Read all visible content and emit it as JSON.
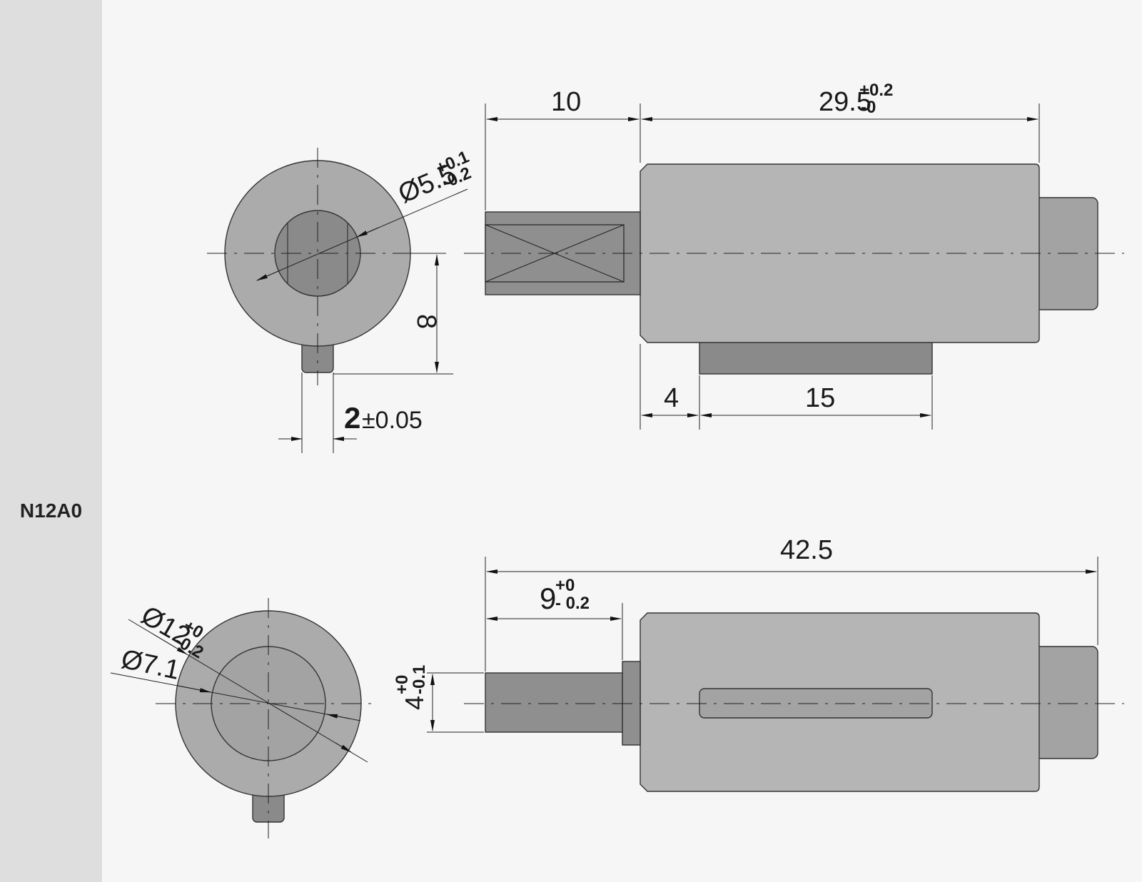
{
  "sidebar": {
    "model": "N12A0"
  },
  "top_view": {
    "dim_shaft_length": "10",
    "dim_body_length": "29.5",
    "dim_body_length_tol_upper": "+0.2",
    "dim_body_length_tol_lower": "-0",
    "dim_shaft_diameter": "Ø5.5",
    "dim_shaft_diameter_tol_upper": "+0.1",
    "dim_shaft_diameter_tol_lower": "-0.2",
    "dim_terminal_height": "8",
    "dim_terminal_width": "2",
    "dim_terminal_width_tol": "±0.05",
    "dim_terminal_offset": "4",
    "dim_terminal_length": "15"
  },
  "bottom_view": {
    "dim_total_length": "42.5",
    "dim_shaft_length": "9",
    "dim_shaft_length_tol_upper": "+0",
    "dim_shaft_length_tol_lower": "- 0.2",
    "dim_outer_diameter": "Ø12",
    "dim_outer_diameter_tol_upper": "+0",
    "dim_outer_diameter_tol_lower": "-0.2",
    "dim_inner_diameter": "Ø7.1",
    "dim_shaft_diameter": "4",
    "dim_shaft_diameter_tol_upper": "+0",
    "dim_shaft_diameter_tol_lower": "-0.1"
  },
  "colors": {
    "background": "#f6f6f6",
    "sidebar": "#dedede",
    "body_fill": "#b5b5b5",
    "shaft_fill": "#8f8f8f",
    "cap_fill": "#a3a3a3"
  }
}
